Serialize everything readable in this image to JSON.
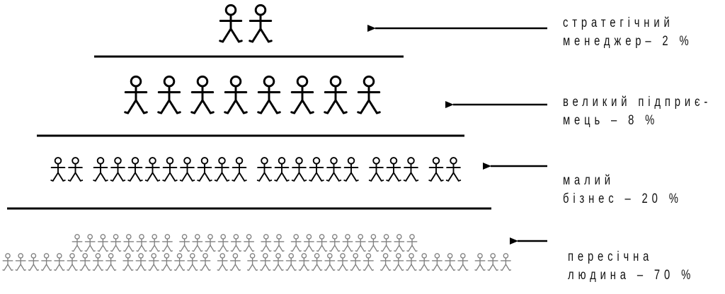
{
  "diagram": {
    "tiers": [
      {
        "id": "strategic-manager",
        "label_lines": [
          "стратегічний",
          "менеджер– 2 %"
        ],
        "figure_color": "#000000",
        "rows": [
          [
            2
          ]
        ]
      },
      {
        "id": "big-entrepreneur",
        "label_lines": [
          "великий підприє-",
          "мець – 8 %"
        ],
        "figure_color": "#000000",
        "rows": [
          [
            1,
            1,
            2,
            1,
            2,
            1
          ]
        ]
      },
      {
        "id": "small-business",
        "label_lines": [
          "малий",
          "бізнес – 20 %"
        ],
        "figure_color": "#000000",
        "rows": [
          [
            2,
            9,
            6,
            3,
            2
          ]
        ]
      },
      {
        "id": "ordinary-person",
        "label_lines": [
          "пересічна",
          "людина – 70 %"
        ],
        "figure_color": "#808080",
        "rows": [
          [
            8,
            6,
            2,
            10
          ],
          [
            9,
            7,
            2,
            10,
            7,
            3
          ]
        ]
      }
    ],
    "line_color": "#000000",
    "arrow_color": "#000000"
  }
}
